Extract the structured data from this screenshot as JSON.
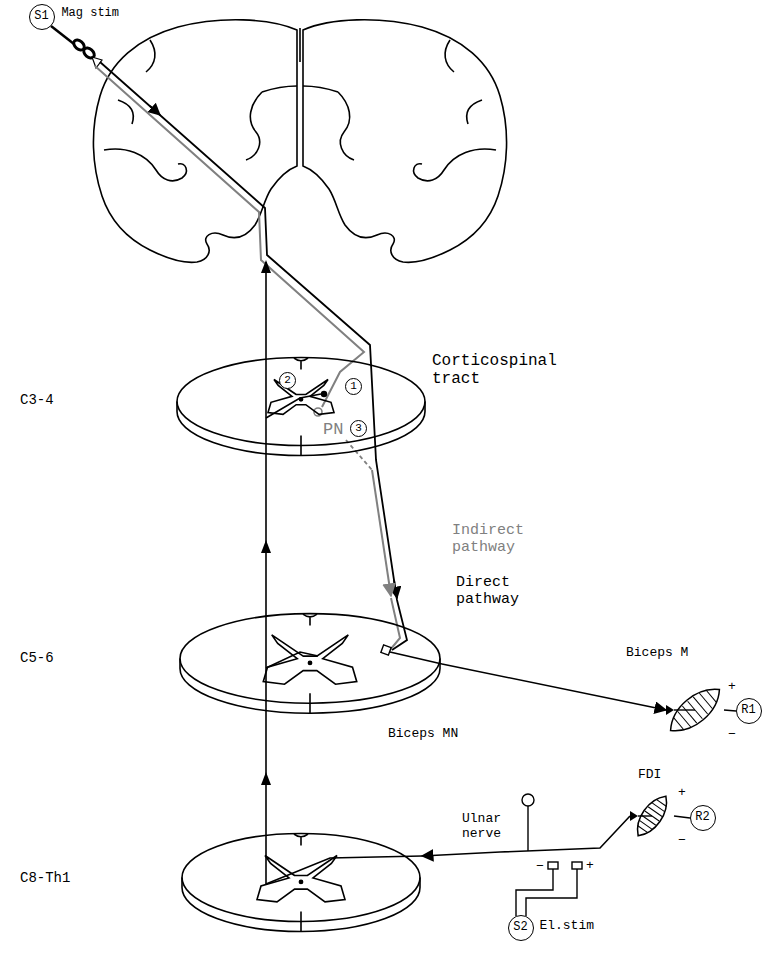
{
  "diagram": {
    "nodes": [
      {
        "text": [
          "S1",
          "Mag stim"
        ]
      },
      {
        "text": [
          "C3-4"
        ]
      },
      {
        "text": [
          "C5-6"
        ]
      },
      {
        "text": [
          "Biceps M"
        ]
      },
      {
        "text": [
          "R1"
        ]
      },
      {
        "text": [
          "FDI"
        ]
      },
      {
        "text": [
          "R2"
        ]
      },
      {
        "text": [
          "C8-Th1"
        ]
      },
      {
        "text": [
          "S2",
          "El.stim"
        ]
      }
    ],
    "edges": [
      {
        "from": 2,
        "to": 3,
        "arrow": "to",
        "label": "Biceps MN"
      },
      {
        "from": 3,
        "to": 4,
        "arrow": "none"
      },
      {
        "from": 5,
        "to": 6,
        "arrow": "none"
      },
      {
        "from": 5,
        "to": 7,
        "arrow": "to",
        "label": "Ulnar nerve"
      }
    ],
    "labels": [
      "Corticospinal tract",
      "1",
      "2",
      "3",
      "PN",
      "Indirect pathway",
      "Direct pathway",
      "+",
      "−",
      "+",
      "−",
      "−",
      "+"
    ]
  }
}
